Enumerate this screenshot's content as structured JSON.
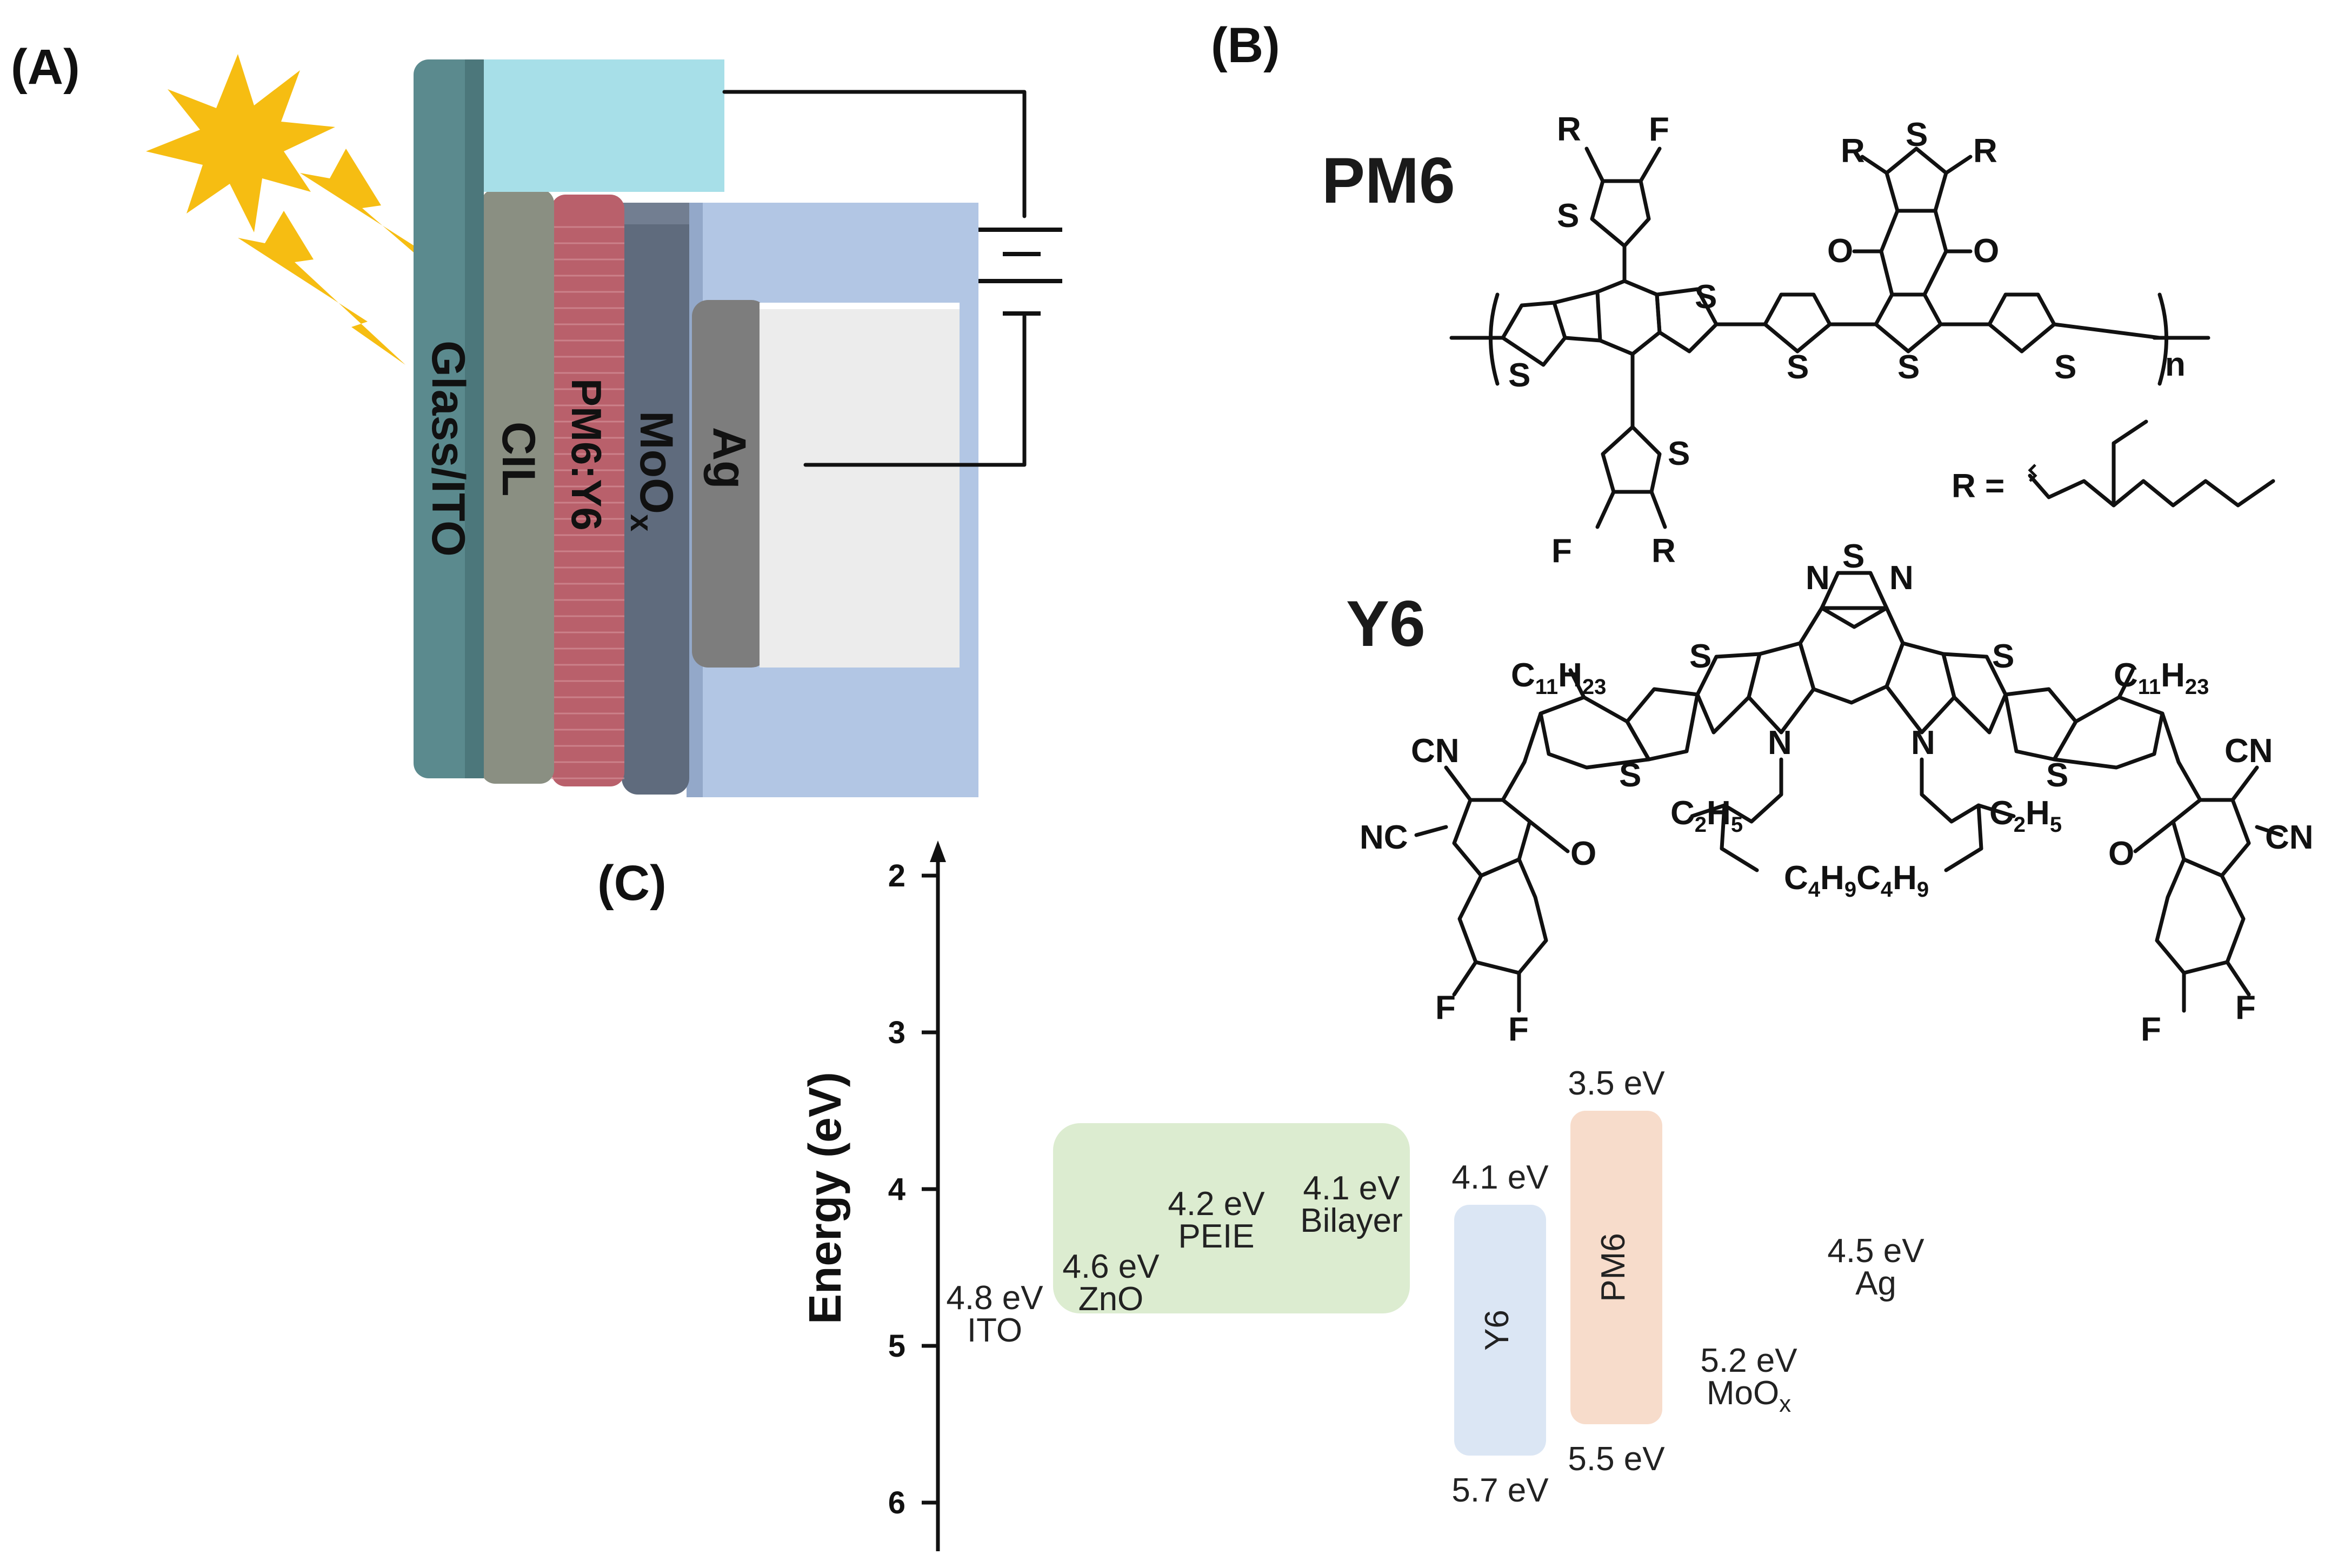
{
  "panels": {
    "a": "(A)",
    "b": "(B)",
    "c": "(C)"
  },
  "device": {
    "layers": [
      "Glass/ITO",
      "CIL",
      "PM6:Y6",
      "MoOx",
      "Ag"
    ],
    "colors": {
      "glass_ito_front": "#5b8a8e",
      "glass_ito_top": "#a7dfe8",
      "cil": "#8a8f82",
      "active": "#b9606b",
      "moox": "#5f6b7d",
      "ag_side": "#7d7d7d",
      "ag_face": "#ececec",
      "substrate": "#b2c6e4",
      "sun": "#f6bd12"
    }
  },
  "molecules": {
    "pm6": {
      "title": "PM6",
      "atoms": {
        "s": "S",
        "f": "F",
        "r": "R",
        "o": "O",
        "n": "n"
      },
      "r_group": "R ="
    },
    "y6": {
      "title": "Y6",
      "atoms": {
        "s": "S",
        "n": "N",
        "f": "F",
        "o": "O",
        "cn": "CN",
        "nc": "NC"
      },
      "alkyl": {
        "c11": "C11H23",
        "c2": "C2H5",
        "c4": "C4H9C4H9"
      }
    }
  },
  "energy_diagram": {
    "axis_title": "Energy (eV)",
    "ticks": [
      2,
      3,
      4,
      5,
      6
    ],
    "ylim": [
      1.8,
      6.4
    ],
    "cil_box_color": "#dcecd0",
    "levels": [
      {
        "value_label": "4.8 eV",
        "name": "ITO",
        "energy": 4.8
      },
      {
        "value_label": "4.6 eV",
        "name": "ZnO",
        "energy": 4.6
      },
      {
        "value_label": "4.2 eV",
        "name": "PEIE",
        "energy": 4.2
      },
      {
        "value_label": "4.1 eV",
        "name": "Bilayer",
        "energy": 4.1
      },
      {
        "value_label": "5.2 eV",
        "name": "MoOx",
        "energy": 5.2
      },
      {
        "value_label": "4.5 eV",
        "name": "Ag",
        "energy": 4.5
      }
    ],
    "bands": [
      {
        "name": "Y6",
        "lumo": 4.1,
        "homo": 5.7,
        "lumo_label": "4.1 eV",
        "homo_label": "5.7 eV",
        "color": "#dbe6f4"
      },
      {
        "name": "PM6",
        "lumo": 3.5,
        "homo": 5.5,
        "lumo_label": "3.5 eV",
        "homo_label": "5.5 eV",
        "color": "#f7dccb"
      }
    ]
  }
}
